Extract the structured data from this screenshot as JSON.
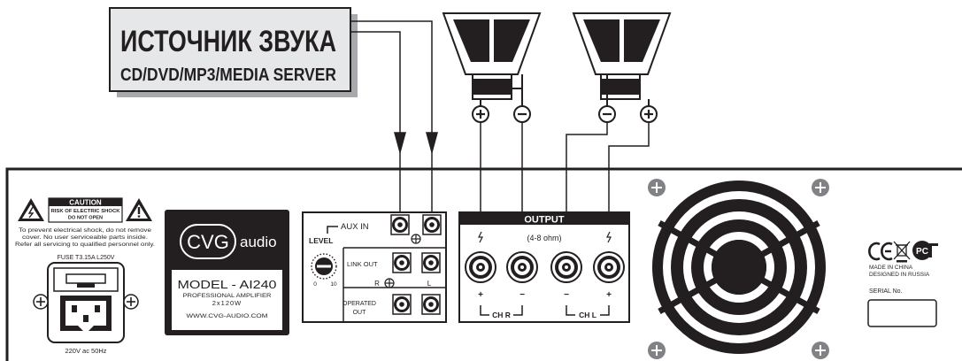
{
  "source_box": {
    "title": "ИСТОЧНИК ЗВУКА",
    "subtitle": "CD/DVD/MP3/MEDIA SERVER"
  },
  "speakers": {
    "left_speaker_terminals": [
      "+",
      "−"
    ],
    "right_speaker_terminals": [
      "−",
      "+"
    ]
  },
  "warning": {
    "caution": "CAUTION",
    "risk_line1": "RISK OF ELECTRIC SHOCK",
    "risk_line2": "DO NOT OPEN",
    "text1": "To prevent electrical shock, do not remove",
    "text2": "cover. No user serviceable parts inside.",
    "text3": "Refer all servicing to qualified personnel only.",
    "fuse": "FUSE T3.15A L250V",
    "power": "220V ac 50Hz"
  },
  "brand": {
    "logo_cvg": "CVG",
    "logo_audio": "audio",
    "model": "MODEL - AI240",
    "line1": "PROFESSIONAL AMPLIFIER",
    "line2": "2x120W",
    "url": "WWW.CVG-AUDIO.COM"
  },
  "inputs": {
    "aux_in": "AUX IN",
    "level": "LEVEL",
    "level_min": "0",
    "level_max": "10",
    "link_out": "LINK OUT",
    "r": "R",
    "l": "L",
    "operated_line1": "OPERATED",
    "operated_line2": "OUT"
  },
  "output": {
    "title": "OUTPUT",
    "impedance": "(4-8 ohm)",
    "plus": "+",
    "minus": "−",
    "ch_r": "CH R",
    "ch_l": "CH L"
  },
  "certs": {
    "made_in": "MADE IN CHINA",
    "designed_in": "DESIGNED IN RUSSIA",
    "serial": "SERIAL No."
  },
  "colors": {
    "ink": "#231f20",
    "paper": "#ffffff",
    "shadow": "#a7a9ac",
    "box_fill": "#e6e7e8",
    "screw": "#808285"
  }
}
